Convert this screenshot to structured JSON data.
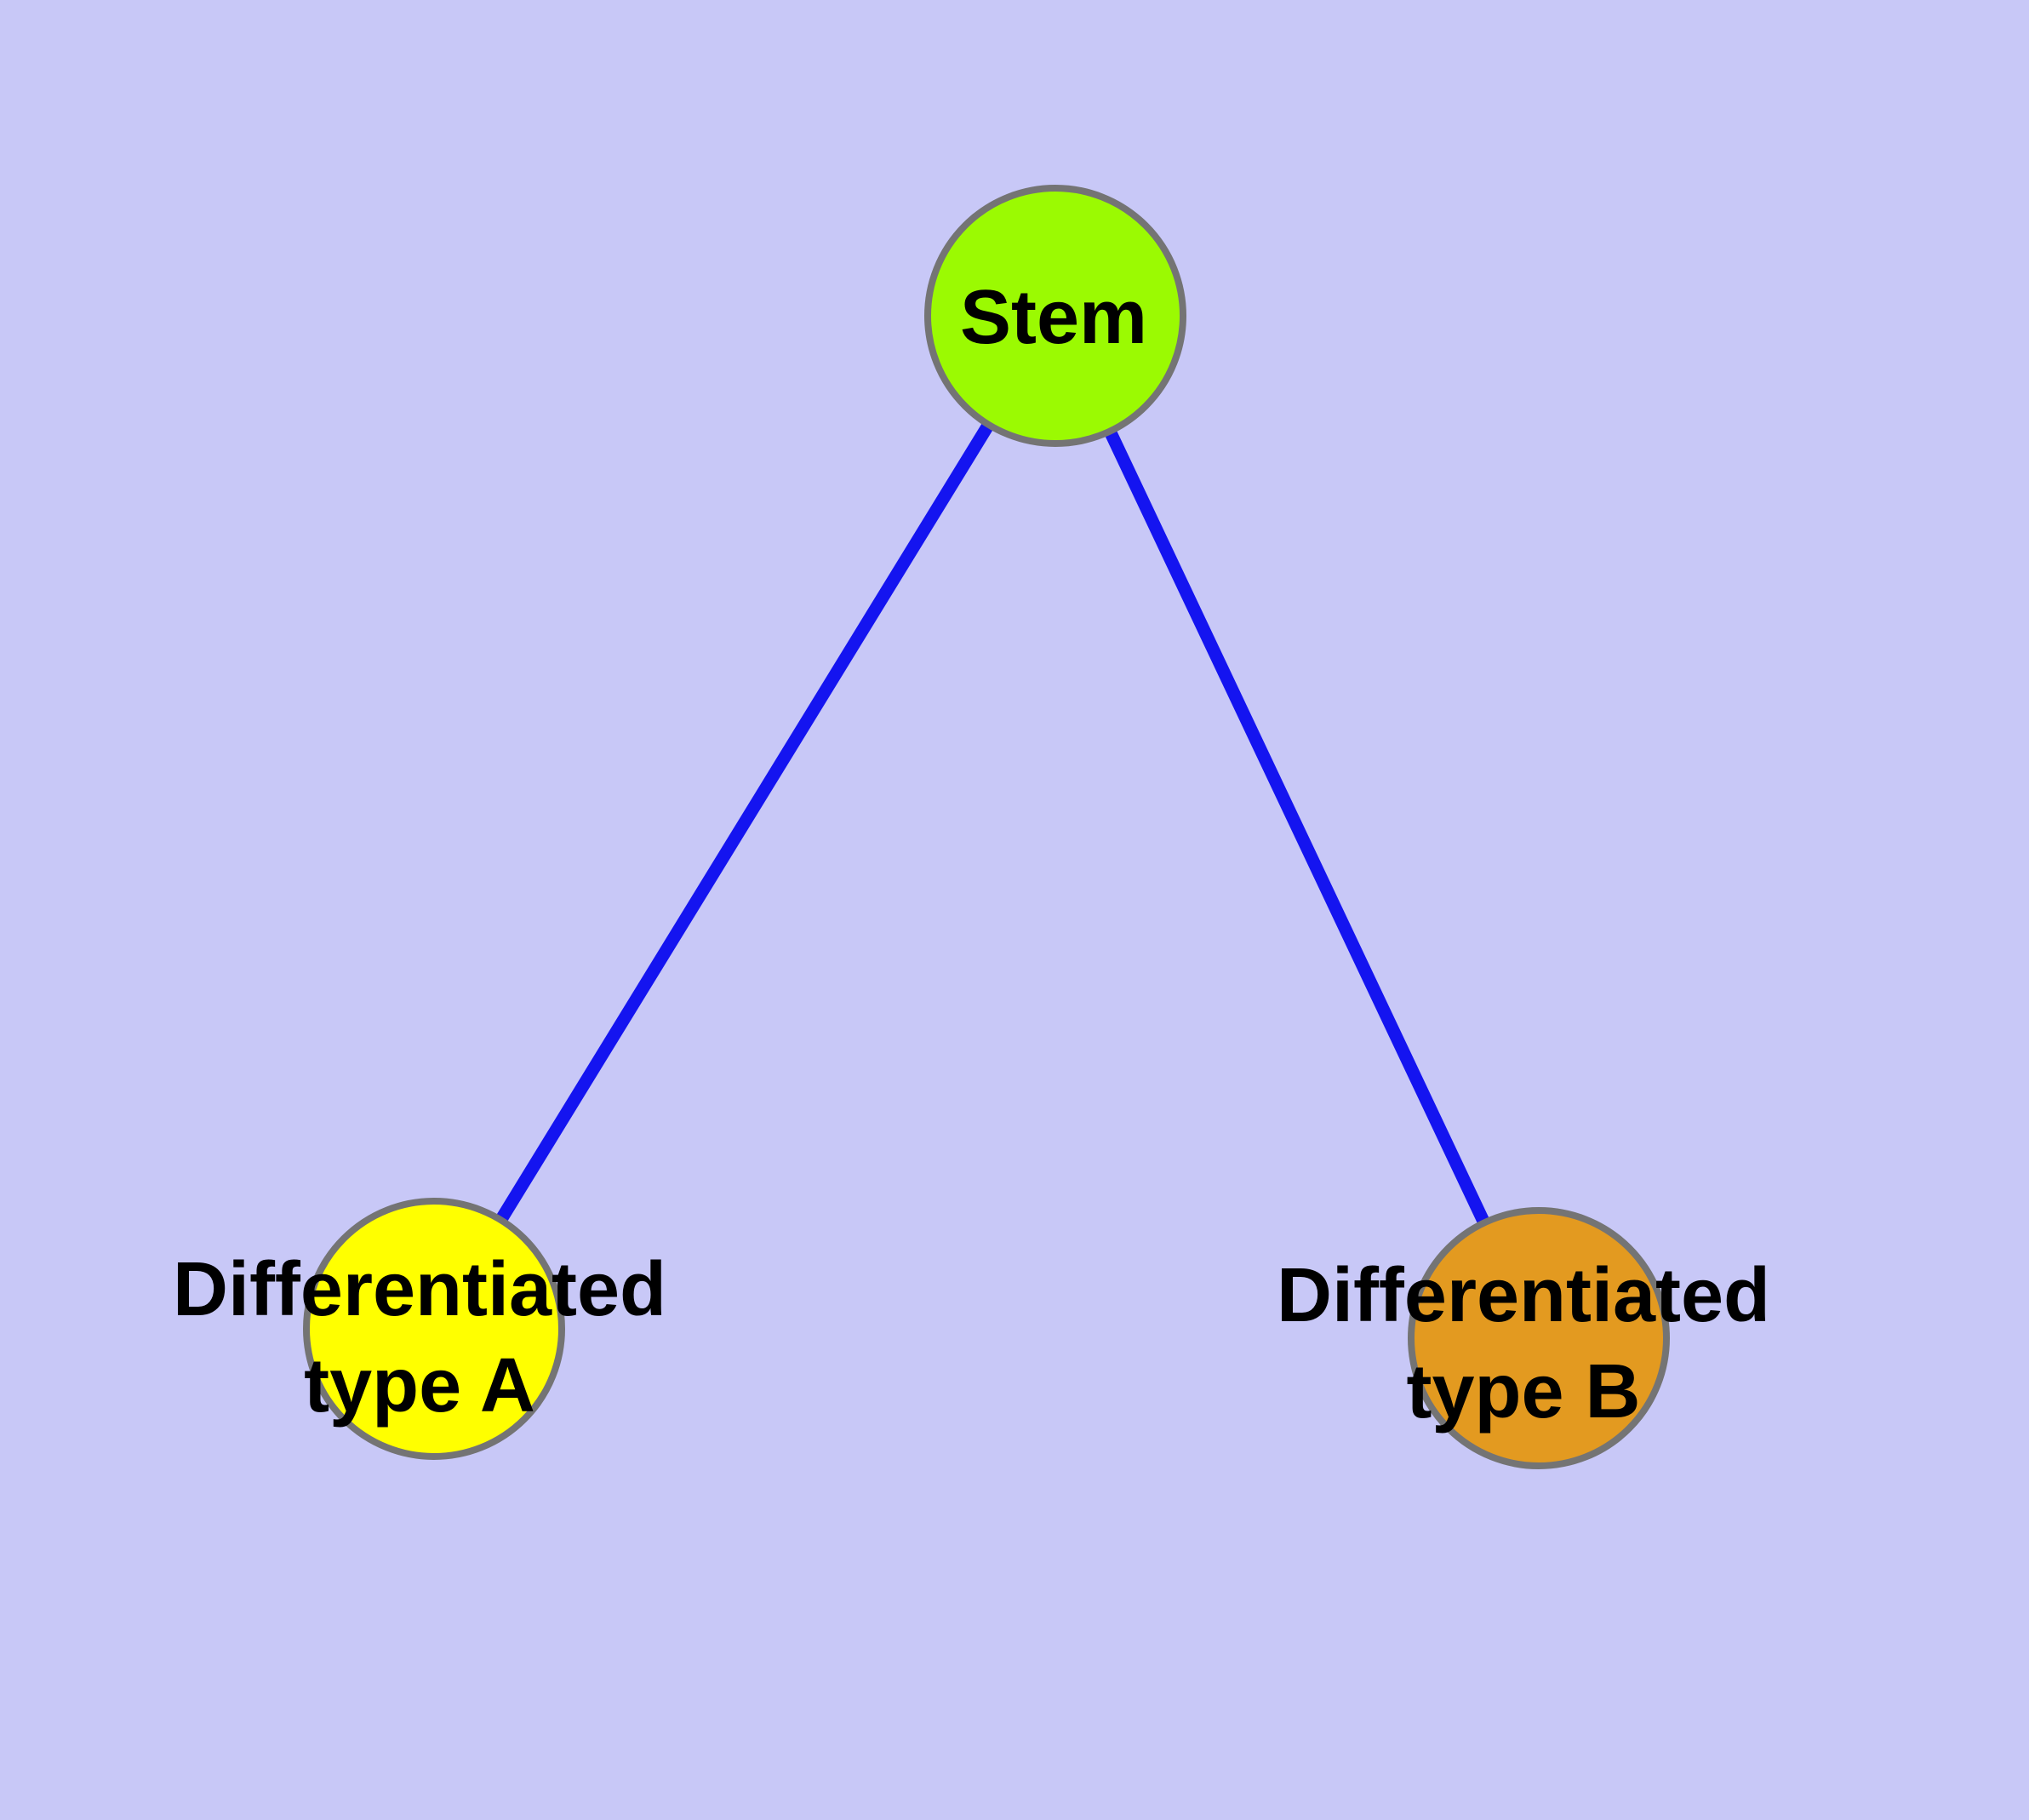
{
  "colors": {
    "background": "#c8c8f7",
    "edge": "#1414f0",
    "node_border": "#747474",
    "label_text": "#000000"
  },
  "nodes": {
    "stem": {
      "label": "Stem",
      "fill": "#9bfa02"
    },
    "type_a": {
      "label_line1": "Differentiated",
      "label_line2": "type A",
      "fill": "#ffff00"
    },
    "type_b": {
      "label_line1": "Differentiated",
      "label_line2": "type B",
      "fill": "#e39a20"
    }
  },
  "edges": [
    {
      "from": "Stem",
      "to": "Differentiated type A"
    },
    {
      "from": "Stem",
      "to": "Differentiated type B"
    }
  ]
}
